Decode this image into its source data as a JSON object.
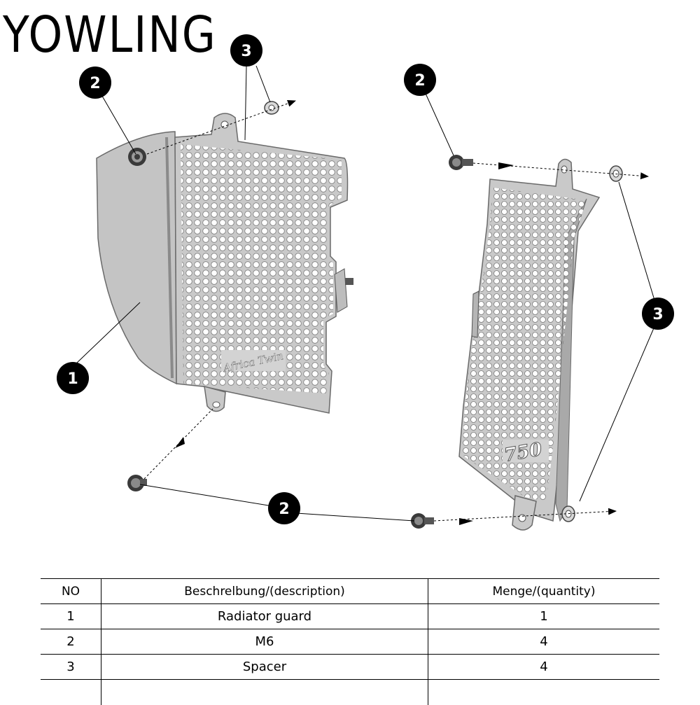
{
  "brand": "YOWLING",
  "callouts": {
    "guard": "1",
    "bolt": "2",
    "spacer": "3"
  },
  "product_logos": {
    "left_model": "Africa Twin",
    "right_model": "750"
  },
  "table": {
    "headers": {
      "no": "NO",
      "description": "Beschrelbung/(description)",
      "quantity": "Menge/(quantity)"
    },
    "rows": [
      {
        "no": "1",
        "description": "Radiator guard",
        "quantity": "1"
      },
      {
        "no": "2",
        "description": "M6",
        "quantity": "4"
      },
      {
        "no": "3",
        "description": "Spacer",
        "quantity": "4"
      },
      {
        "no": "",
        "description": "",
        "quantity": ""
      }
    ]
  },
  "colors": {
    "guard_fill": "#c8c8c8",
    "guard_edge": "#6e6e6e",
    "callout_bg": "#000000",
    "callout_text": "#ffffff"
  }
}
